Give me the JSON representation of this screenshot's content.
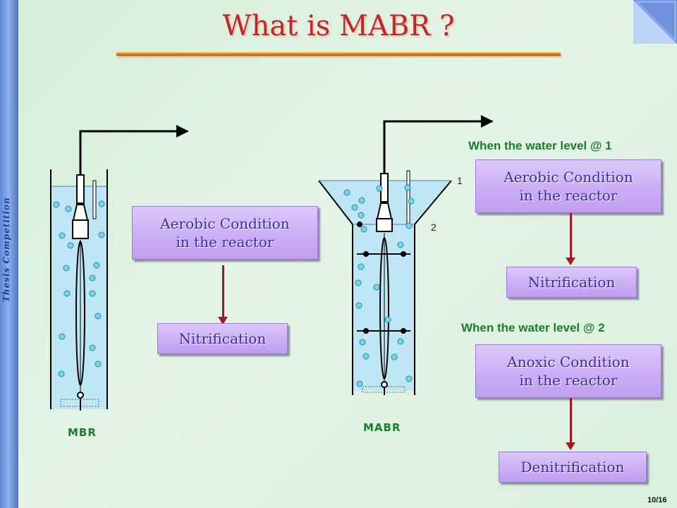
{
  "slide": {
    "title": "What is MABR ?",
    "sidebar_text": "Thesis Competition",
    "page_number": "10/16"
  },
  "mbr": {
    "label": "MBR",
    "condition": "Aerobic Condition\nin the reactor",
    "result": "Nitrification"
  },
  "mabr": {
    "label": "MABR",
    "level_1": "1",
    "level_2": "2",
    "case_1": {
      "heading": "When the water level @ 1",
      "condition": "Aerobic Condition\nin the reactor",
      "result": "Nitrification"
    },
    "case_2": {
      "heading": "When the water level @ 2",
      "condition": "Anoxic Condition\nin the reactor",
      "result": "Denitrification"
    }
  },
  "colors": {
    "title": "#c0262a",
    "box_fill": "#cdb0f6",
    "box_text": "#3a2aa0",
    "arrow": "#a8161c",
    "label_green": "#1a7e28",
    "water": "#bfe6f5"
  }
}
